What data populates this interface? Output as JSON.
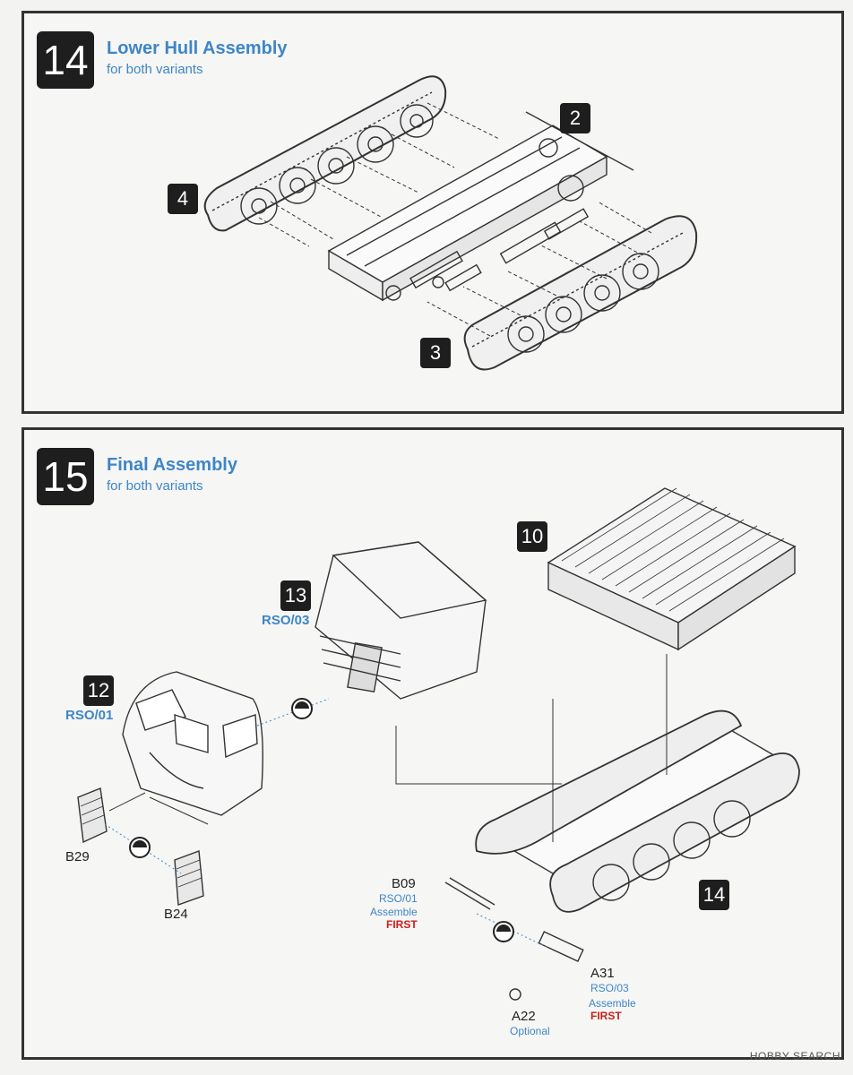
{
  "step14": {
    "number": "14",
    "title": "Lower Hull Assembly",
    "subtitle": "for both variants",
    "refs": [
      "2",
      "4",
      "3"
    ]
  },
  "step15": {
    "number": "15",
    "title": "Final Assembly",
    "subtitle": "for both variants",
    "refs": {
      "r10": "10",
      "r13": "13",
      "r13_label": "RSO/03",
      "r12": "12",
      "r12_label": "RSO/01",
      "r14": "14"
    },
    "parts": {
      "b29": "B29",
      "b24": "B24",
      "b09": "B09",
      "b09_variant": "RSO/01",
      "b09_note": "Assemble",
      "b09_first": "FIRST",
      "a31": "A31",
      "a31_variant": "RSO/03",
      "a31_note": "Assemble",
      "a31_first": "FIRST",
      "a22": "A22",
      "a22_note": "Optional"
    }
  },
  "watermark": "HOBBY SEARCH",
  "colors": {
    "accent_blue": "#3d86c8",
    "accent_red": "#c8201e",
    "box": "#1e1e1e"
  }
}
